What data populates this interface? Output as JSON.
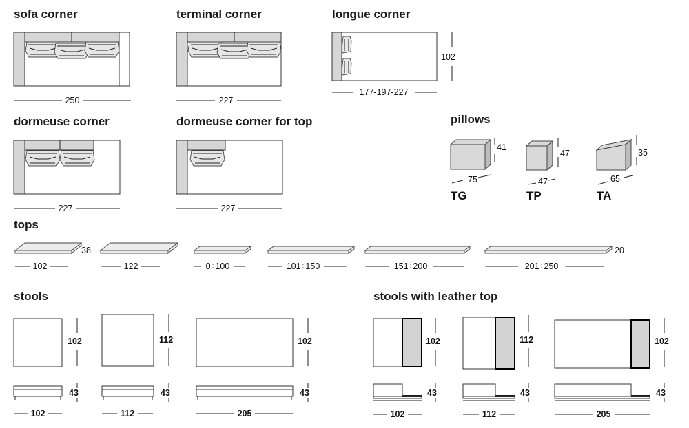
{
  "sections": {
    "sofa_corner": {
      "title": "sofa corner",
      "width": "250"
    },
    "terminal_corner": {
      "title": "terminal corner",
      "width": "227"
    },
    "longue_corner": {
      "title": "longue corner",
      "width": "177-197-227",
      "depth": "102"
    },
    "dormeuse_corner": {
      "title": "dormeuse corner",
      "width": "227"
    },
    "dormeuse_corner_top": {
      "title": "dormeuse corner for top",
      "width": "227"
    },
    "pillows": {
      "title": "pillows",
      "items": [
        {
          "code": "TG",
          "width": "75",
          "height": "41"
        },
        {
          "code": "TP",
          "width": "47",
          "height": "47"
        },
        {
          "code": "TA",
          "width": "65",
          "height": "35"
        }
      ]
    },
    "tops": {
      "title": "tops",
      "thickness_first": "38",
      "thickness_last": "20",
      "widths": [
        "102",
        "122",
        "0÷100",
        "101÷150",
        "151÷200",
        "201÷250"
      ]
    },
    "stools": {
      "title": "stools",
      "depth_a": "102",
      "depth_b": "112",
      "depth_c": "102",
      "height": "43",
      "widths": [
        "102",
        "112",
        "205"
      ]
    },
    "stools_leather": {
      "title": "stools with leather top",
      "depth_a": "102",
      "depth_b": "112",
      "depth_c": "102",
      "height": "43",
      "widths": [
        "102",
        "112",
        "205"
      ]
    }
  }
}
